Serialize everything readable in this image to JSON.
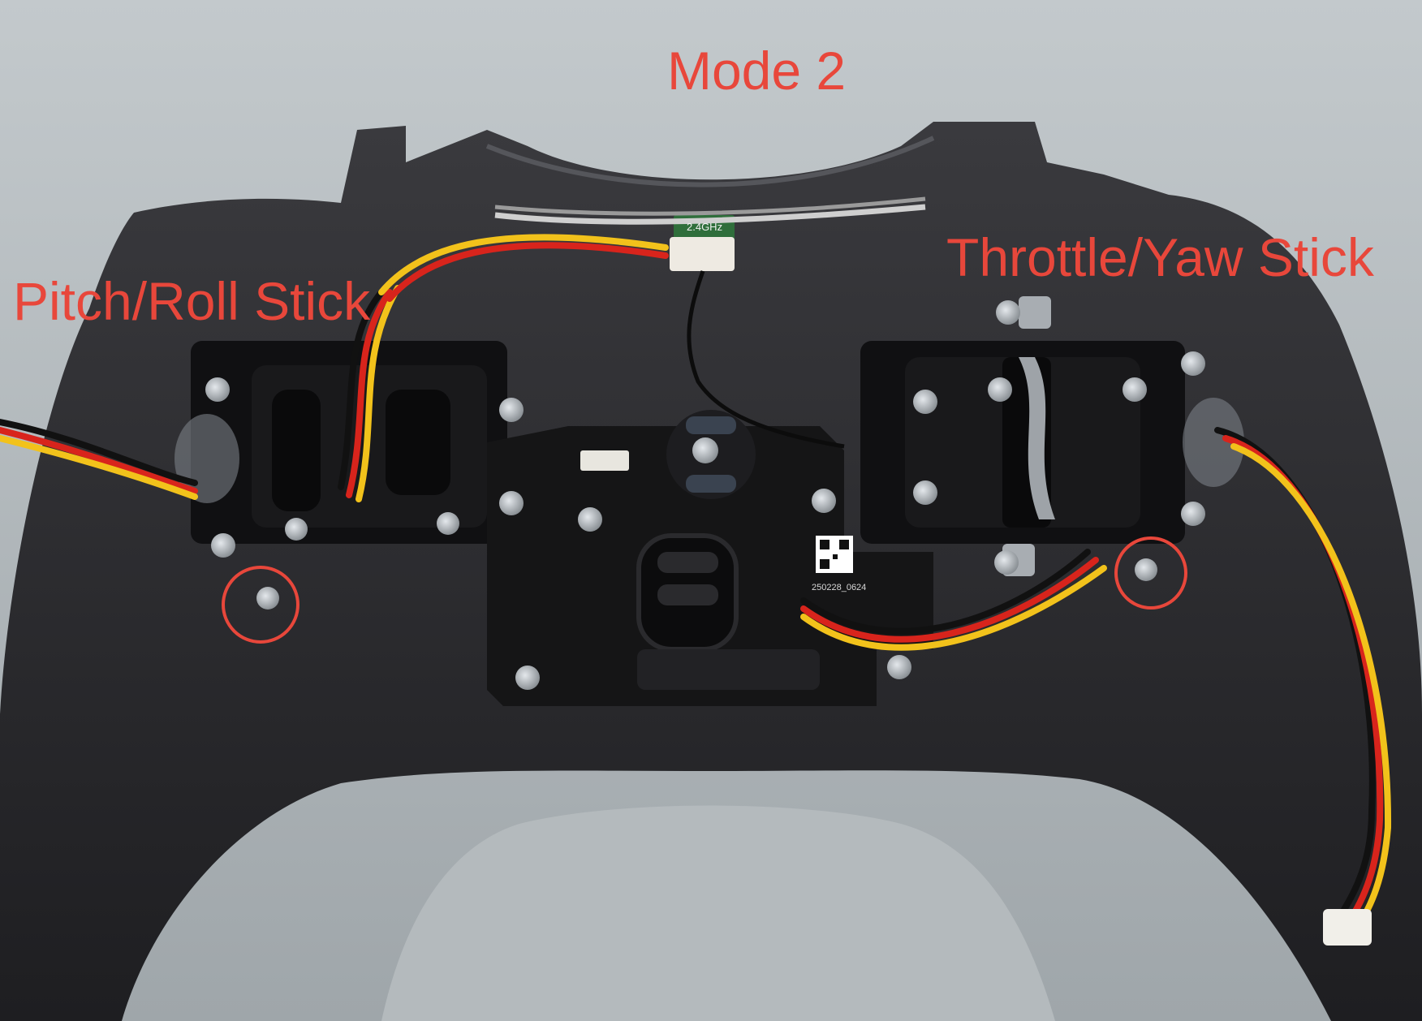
{
  "annotations": {
    "mode": "Mode 2",
    "pitch_roll": "Pitch/Roll Stick",
    "throttle_yaw": "Throttle/Yaw Stick"
  },
  "pcb_markings": {
    "antenna_module": "2.4GHz",
    "board_code": "250228_0624"
  },
  "highlighted_screws": 2,
  "colors": {
    "annotation": "#e8473b",
    "shell": "#2b2b2e",
    "pcb": "#151516",
    "background": "#b9c0c3",
    "wire_red": "#d8241c",
    "wire_yellow": "#f2c21b",
    "wire_black": "#111111"
  }
}
